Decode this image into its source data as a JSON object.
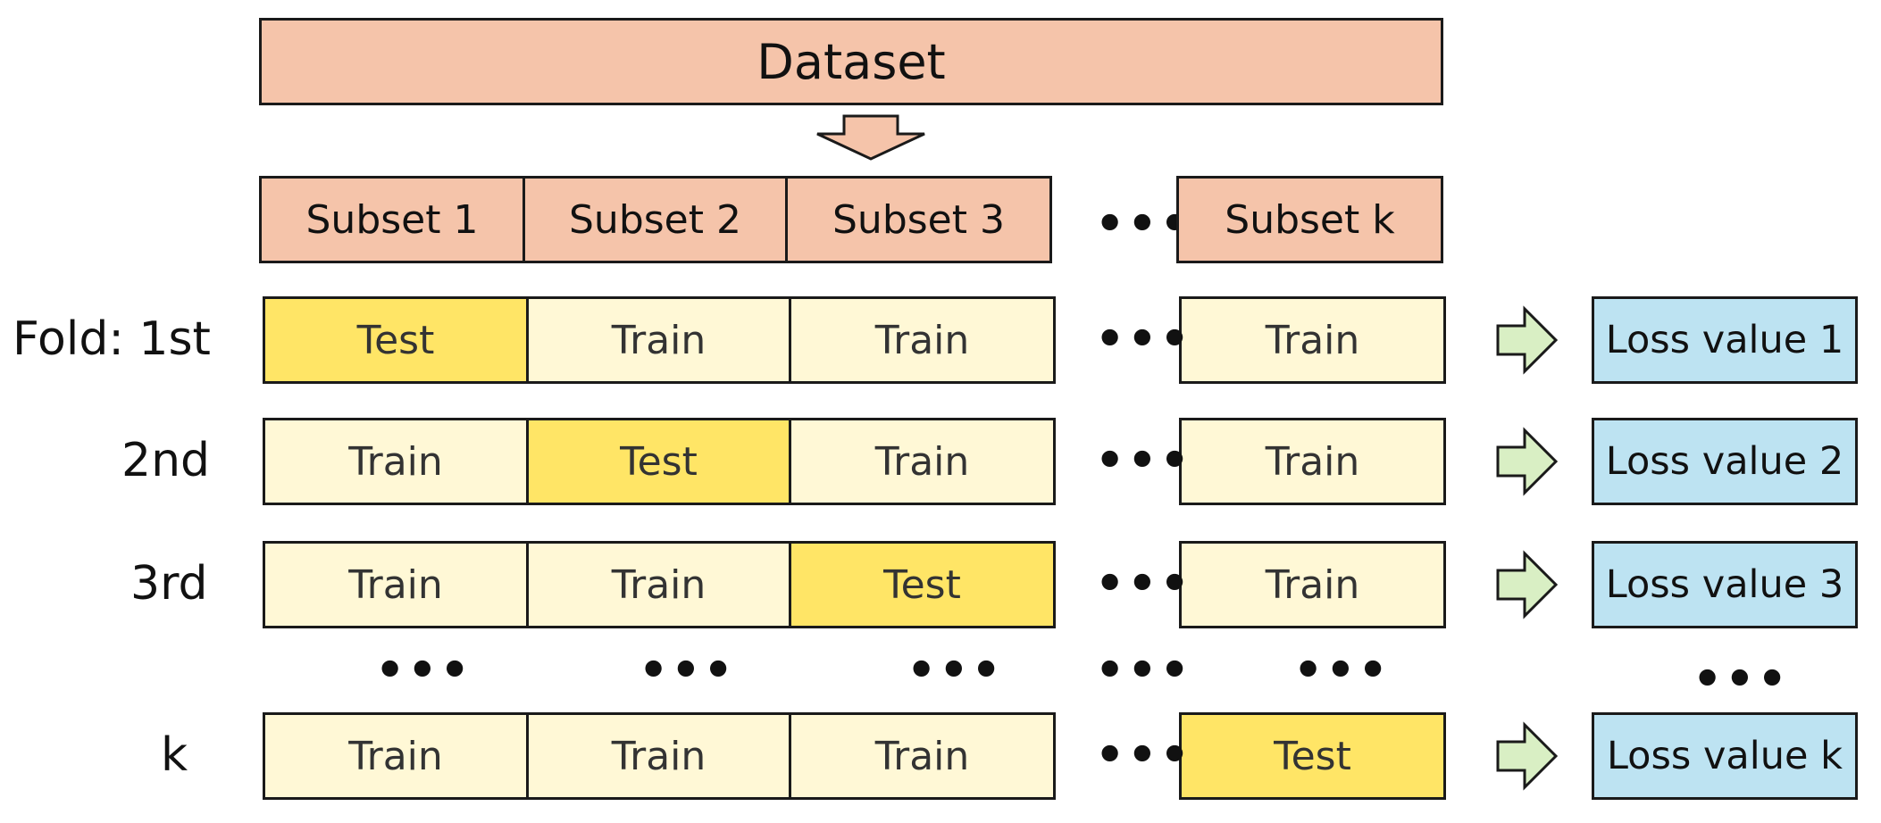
{
  "dataset": {
    "label": "Dataset"
  },
  "subsets": [
    "Subset 1",
    "Subset 2",
    "Subset 3",
    "Subset k"
  ],
  "ellipsis": "•••",
  "folds": [
    {
      "label": "Fold: 1st",
      "cells": [
        "Test",
        "Train",
        "Train",
        "Train"
      ],
      "loss": "Loss value 1"
    },
    {
      "label": "2nd",
      "cells": [
        "Train",
        "Test",
        "Train",
        "Train"
      ],
      "loss": "Loss value 2"
    },
    {
      "label": "3rd",
      "cells": [
        "Train",
        "Train",
        "Test",
        "Train"
      ],
      "loss": "Loss value 3"
    },
    {
      "label": "k",
      "cells": [
        "Train",
        "Train",
        "Train",
        "Test"
      ],
      "loss": "Loss value k"
    }
  ],
  "colors": {
    "dataset": "#f5c4aa",
    "train": "#fff8d6",
    "test": "#ffe566",
    "loss": "#bde3f2",
    "arrow_green": "#d9efc4"
  }
}
